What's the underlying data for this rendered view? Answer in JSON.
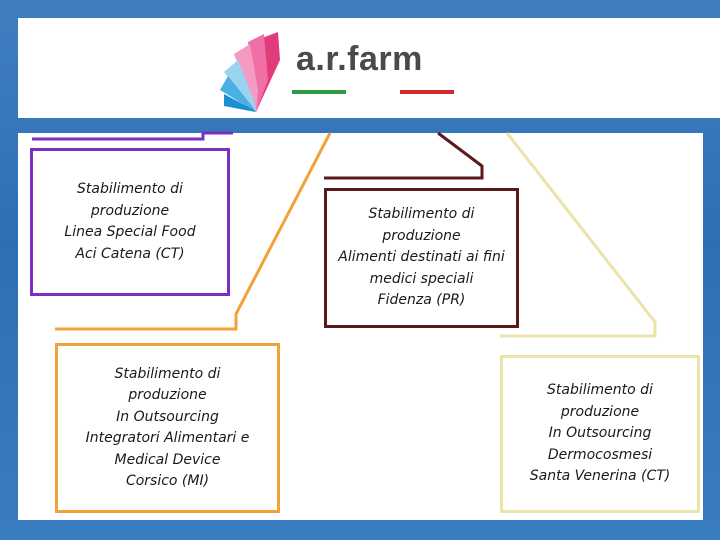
{
  "logo": {
    "text": "a.r.farm",
    "fan_colors": [
      "#e23b7a",
      "#ef6fa6",
      "#f59ac2",
      "#9bd3ef",
      "#4ab0e4",
      "#1b8fd2"
    ],
    "flag_colors": [
      "#2e9a45",
      "#ffffff",
      "#d42b2b"
    ]
  },
  "boxes": [
    {
      "color": "#7b2fbf",
      "lines": [
        "Stabilimento di",
        "produzione",
        "Linea Special Food",
        "Aci Catena (CT)"
      ]
    },
    {
      "color": "#5a1a1a",
      "lines": [
        "Stabilimento di",
        "produzione",
        "Alimenti destinati ai fini",
        "medici speciali",
        "Fidenza (PR)"
      ]
    },
    {
      "color": "#f2a23a",
      "lines": [
        "Stabilimento di",
        "produzione",
        "In Outsourcing",
        "Integratori Alimentari e",
        "Medical Device",
        "Corsico (MI)"
      ]
    },
    {
      "color": "#ece3a8",
      "lines": [
        "Stabilimento di",
        "produzione",
        "In Outsourcing",
        "Dermocosmesi",
        "Santa Venerina (CT)"
      ]
    }
  ]
}
